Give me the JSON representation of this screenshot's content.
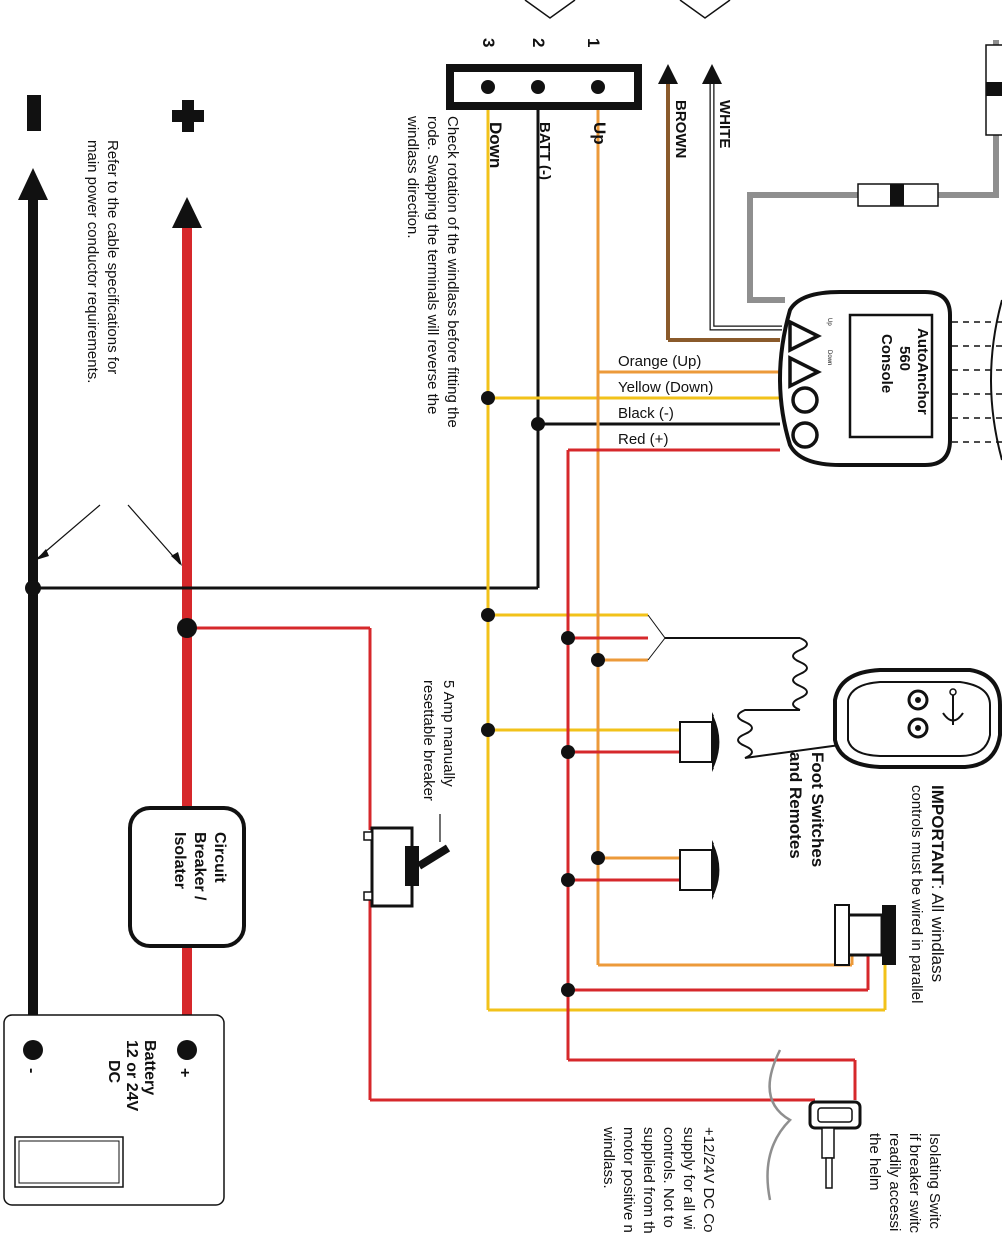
{
  "colors": {
    "red": "#d6282b",
    "black": "#111111",
    "yellow": "#f2c21a",
    "orange": "#ec9a3a",
    "brown": "#8a5a2b",
    "gray": "#8f8f8f",
    "white_wire": "#ffffff"
  },
  "power": {
    "plus_symbol": "+",
    "minus_symbol": "−",
    "note_line1": "Refer to the cable specifications for",
    "note_line2": "main power conductor requirements."
  },
  "switch_block": {
    "terminal_1": "1",
    "terminal_2": "2",
    "terminal_3": "3",
    "label_up": "Up",
    "label_batt": "BATT (-)",
    "label_down": "Down",
    "rotation_note_line1": "Check rotation of the windlass before fitting the",
    "rotation_note_line2": "rode. Swapping the terminals will reverse the",
    "rotation_note_line3": "windlass direction."
  },
  "sensor_wires": {
    "brown_label": "BROWN",
    "white_label": "WHITE"
  },
  "console": {
    "title_line1": "AutoAnchor",
    "title_line2": "560",
    "title_line3": "Console",
    "up_small": "Up",
    "down_small": "Down"
  },
  "wire_labels": {
    "orange": "Orange (Up)",
    "yellow": "Yellow (Down)",
    "black": "Black (-)",
    "red": "Red (+)"
  },
  "breaker": {
    "label_line1": "5 Amp manually",
    "label_line2": "resettable breaker"
  },
  "circuit_breaker": {
    "line1": "Circuit",
    "line2": "Breaker /",
    "line3": "Isolater"
  },
  "battery": {
    "line1": "Battery",
    "line2": "12 or 24V",
    "line3": "DC",
    "plus": "+",
    "minus": "-"
  },
  "foot_switches": {
    "line1": "Foot Switches",
    "line2": "and Remotes"
  },
  "important": {
    "keyword": "IMPORTANT",
    "rest": ": All windlass",
    "line2": "controls must be wired in parallel"
  },
  "isolating_note": {
    "line1": "Isolating Switc",
    "line2": "if breaker switc",
    "line3": "readily accessi",
    "line4": "the helm"
  },
  "supply_note": {
    "line1": "+12/24V DC Co",
    "line2": "supply for all wi",
    "line3": "controls.  Not to",
    "line4": "supplied from th",
    "line5": "motor positive n",
    "line6": "windlass."
  }
}
